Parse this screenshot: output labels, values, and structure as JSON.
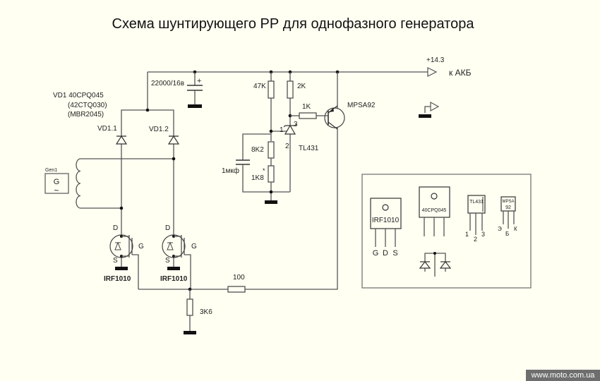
{
  "title": "Схема шунтирующего РР для однофазного  генератора",
  "watermark": "www.moto.com.ua",
  "labels": {
    "supply_voltage": "+14.3",
    "to_battery": "к АКБ",
    "cap_main": "22000/16в",
    "cap_plus": "+",
    "vd1_part": "VD1 40CPQ045",
    "vd1_alt1": "(42CTQ030)",
    "vd1_alt2": "(MBR2045)",
    "vd1_1": "VD1.1",
    "vd1_2": "VD1.2",
    "r_47k": "47K",
    "r_2k": "2K",
    "r_1k": "1K",
    "transistor": "MPSA92",
    "tl_pin1": "1",
    "tl_pin2": "2",
    "tl_pin3": "3",
    "tl431": "TL431",
    "r_8k2": "8K2",
    "r_1k8": "1K8",
    "r_1k8_mark": "*",
    "cap_1uf": "1мкф",
    "gen_label": "Gen1",
    "gen_symbol": "G",
    "gen_wave": "~",
    "mosfet_d": "D",
    "mosfet_s": "S",
    "mosfet_g": "G",
    "mosfet1": "IRF1010",
    "mosfet2": "IRF1010",
    "r_100": "100",
    "r_3k6": "3K6"
  },
  "pinout": {
    "irf_label": "IRF1010",
    "irf_pins": [
      "G",
      "D",
      "S"
    ],
    "diode_label": "40CPQ045",
    "tl_label": "TL431",
    "tl_pins": [
      "1",
      "2",
      "3"
    ],
    "mpsa_line1": "MPSA",
    "mpsa_line2": "92",
    "mpsa_pins": [
      "Э",
      "Б",
      "К"
    ]
  }
}
